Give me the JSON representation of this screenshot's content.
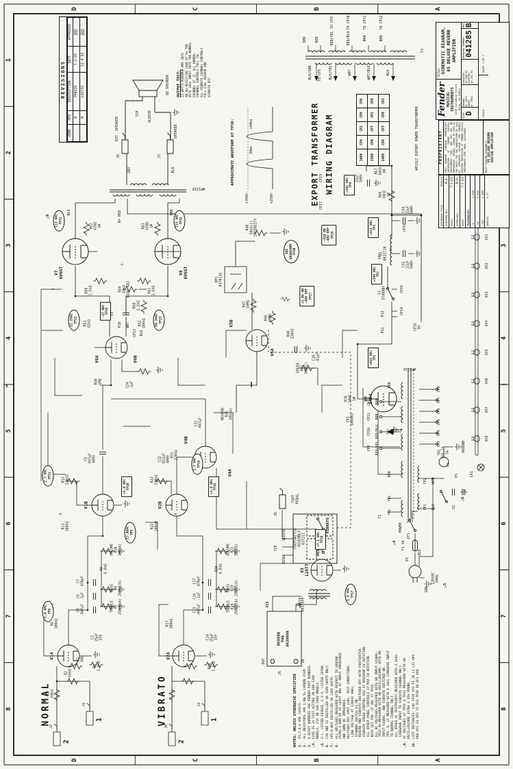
{
  "sheet": {
    "paper_color": "#f6f5f0",
    "ink_color": "#17171b",
    "zones": {
      "cols": [
        "8",
        "7",
        "6",
        "5",
        "4",
        "3",
        "2",
        "1"
      ],
      "rows": [
        "D",
        "C",
        "B",
        "A"
      ]
    },
    "revisions": {
      "title": "REVISIONS",
      "headers": [
        "ZONE",
        "REV",
        "DESCRIPTION",
        "DATE",
        "APPROVED"
      ],
      "rows": [
        [
          "",
          "A",
          "PR#239",
          "7-2-93",
          "BD"
        ],
        [
          "",
          "B",
          "LO2732",
          "11-4-93",
          "BD"
        ]
      ]
    },
    "title_block": {
      "brand_script": "Fender",
      "brand": "MUSICAL INSTRUMENTS",
      "address1": "1130 Columbia Street",
      "address2": "Brea, CA 92621",
      "title_label": "TITLE:",
      "title_line1": "SCHEMATIC DIAGRAM,",
      "title_line2": "65 DELUXE REVERB AMPLIFIER",
      "size_label": "SIZE",
      "size": "D",
      "drawn_label": "DRAWN:",
      "drawn": "B. DESI",
      "engr_label": "ENGR:",
      "engr": "B. DESI",
      "created_label": "CREATED:",
      "created": "25-FEB-93",
      "plotted_label": "PLOTTED:",
      "plotted": "10-JUL-93",
      "drawing_number_label": "DRAWING NUMBER",
      "drawing_number": "041285",
      "rev_label": "REV.",
      "rev": "B",
      "scale_label": "SCALE:",
      "sheet_label": "SHEET 1 OF 1"
    },
    "proprietary": {
      "title": "PROPRIETARY",
      "body": "THIS DRAWING CONTAINS PROPRIETARY INFORMATION OF FENDER MUSICAL INSTRUMENTS CORP. AND MAY NOT BE REPRODUCED, COPIED, LOANED OR USED AS THE BASIS FOR THE MANUFACTURE OR SALE OF APPARATUS WITHOUT THE EXPRESS WRITTEN PERMISSION OF FENDER MUSICAL INSTRUMENTS CORP. BREA, CALIFORNIA.",
      "nha_label": "NEXT HIGHER ASSEMBLY:",
      "nha1": "65 DELUXE REVERB",
      "nha2": "GUITAR AMPLIFIER"
    },
    "doc_control": {
      "database_label": "DATABASE FILE:",
      "database": "65DLX3",
      "checked_label": "CHECKED BY:",
      "checked": "K.L.",
      "date1_label": "DATE:",
      "date1": "7-1-93",
      "approved_label": "APPROVED:",
      "approved": "B.D.",
      "date2_label": "DATE:",
      "date2": "7-1-93",
      "tol_title": "TOLERANCES:",
      "tols": [
        [
          ".X",
          "±.050"
        ],
        [
          ".XX",
          "±.010"
        ],
        [
          ".XXX",
          "±.005"
        ],
        [
          "ANGLES",
          "±.5°"
        ]
      ]
    },
    "notes": {
      "heading": "NOTES: UNLESS OTHERWISE SPECIFIED",
      "items": [
        {
          "m": "1.",
          "t": "V1,2,4,6 ARE 12AX7A."
        },
        {
          "m": "2.",
          "t": "ALL RESISTORS ARE 1/4W 5% CARBON FILM."
        },
        {
          "m": "3.",
          "t": "6-DIGIT NUMBERS ARE FENDER PART NUMBERS."
        },
        {
          "m": "△4.",
          "t": "FUSE IS 2A FAST-ACTING IN 100-120V\nMODELS, F1A IN 220-240V MODELS."
        },
        {
          "m": "△5.",
          "t": "U.L. LISTED E83628, C.S.A. LISTED 32588."
        },
        {
          "m": "6.",
          "t": "C38 AND S2 INSTALLED IN 120V UNITS ONLY."
        },
        {
          "m": "7.",
          "t": "CP3-8 NOT INSTALLED IN 120V UNITS."
        },
        {
          "m": "8.",
          "t": "ALL VOLTAGES MEASURED WITH RESPECT TO GROUND\nUSING A DVM OF AT LEAST 1MΩ AC INPUT IMPEDANCE\nAND 10MΩ DC IMPEDANCE.\nVOLTAGES MAY VARY ±20%. TEST CONDITIONS:\n LINE VOLTAGE AT 120VAC 60Hz.\n STANDBY SWITCH S3 ON.\n REVERB AND VIBRATO SWITCHED OFF WITH FOOTSWITCH.\n VIBRATO SPEED CONTROL R42 AT MAXIMUM CW ROTATION.\n ALL OTHER PANEL CONTROLS AT MAX CW ROTATION.\n BIAS SET FOR -37 VDC AT TP26.\n ALL DC VOLTAGES MEASURED WITH NO INPUT SIGNAL.\n TP25-30 MEASURED WITH AN OSCILLOSCOPE, WITH NO\n INPUT SIGNAL, AND VIBRATO SWITCHED ON.\n TP8, 9, 11 MEASURED WITH A 1kHz SINEWAVE INPUT\n TO NORMAL CHANNEL ONLY.\n ALL OTHER AC TESTPOINTS MEASURED WITH A 1kHz\n SINEWAVE INPUT TO VIBRATO CHANNEL ONLY."
        },
        {
          "m": "△9.",
          "t": "AC VOLTAGES AT TP31 & TP32 MEASURED WITH AN\nOSCILLOSCOPE USING A X10 PROBE."
        },
        {
          "m": "10.",
          "t": "LAST INSTANCES: C46 CP29 CR1 F1 J8 L1 LA1 OP1\nP68 R71 S3 SP2 T3 TH1 TP38 V9 XF1 XV8."
        }
      ]
    },
    "output_test": {
      "heading": "OUTPUT TEST:",
      "lines": [
        "22 WATTS MINIMUM RMS INTO",
        "AN 8Ω RESISTIVE LOAD AT 5% THD",
        "WITH 1kHz INPUT INTO THE NORMAL",
        "CHANNEL AT J1. ALL NORMAL",
        "CHANNEL CONTROLS FULL CW,",
        "ALL VIBRATO CHANNEL CONTROLS",
        "FULL CCW, REVERB AND",
        "VIBRATO OFF."
      ]
    },
    "export_table": {
      "rows": [
        [
          "100V",
          "CP4",
          "CP2",
          "CP8",
          "CP6"
        ],
        [
          "230V",
          "CP6",
          "CP7",
          "CP2",
          "CP8"
        ],
        [
          "240V",
          "CP6",
          "CP7",
          "CP8",
          "CP2"
        ]
      ]
    },
    "callouts": [
      [
        428,
        70,
        "e",
        "2.7 VAC\nTP11"
      ],
      [
        412,
        185,
        "bx",
        "+1.4 VDC\nTP10"
      ],
      [
        345,
        190,
        "e",
        "17.8VAC\nTP9"
      ],
      [
        230,
        70,
        "e",
        "1.8 VAC\nTP8"
      ],
      [
        445,
        288,
        "e",
        "2.7 VAC\nTP16"
      ],
      [
        412,
        312,
        "bx",
        "+1.4 VDC\nTP15"
      ],
      [
        255,
        512,
        "e",
        "1.9 VAC\nTP17"
      ],
      [
        335,
        468,
        "bx",
        "+7.1 VDC\nTP18"
      ],
      [
        668,
        154,
        "bx",
        "-37 VDC\nTP26"
      ],
      [
        790,
        545,
        "bx",
        "+311 VDC\nTP3"
      ],
      [
        722,
        550,
        "bx",
        "+394 VDC\nTP2"
      ],
      [
        852,
        510,
        "bx",
        "+261 VDC\nTP4"
      ],
      [
        600,
        545,
        "bx",
        "+415 VDC\nTP1"
      ],
      [
        755,
        425,
        "e",
        "SEE\nWAVEFORM\nTP30"
      ],
      [
        779,
        480,
        "bx",
        "-41V ON\n-49V OFF\nTP29"
      ],
      [
        690,
        448,
        "bx",
        "+1.8V ON\n-49V OFF\nTP27"
      ],
      [
        800,
        86,
        "e",
        "113 VAC\nTP31"
      ],
      [
        800,
        262,
        "e",
        "113 VAC\nTP32"
      ],
      [
        655,
        108,
        "e",
        "11.2VAC\nTP22"
      ],
      [
        655,
        232,
        "e",
        "10.3VAC\nTP23"
      ]
    ],
    "labels": [
      [
        95,
        68,
        "NORMAL",
        "xl"
      ],
      [
        100,
        238,
        "VIBRATO",
        "xl"
      ],
      [
        897,
        460,
        "EXPORT TRANSFORMER",
        "t"
      ],
      [
        897,
        481,
        "WIRING DIAGRAM",
        "t"
      ],
      [
        40,
        98,
        "2",
        "num"
      ],
      [
        72,
        146,
        "1",
        "num"
      ],
      [
        40,
        266,
        "2",
        "num"
      ],
      [
        72,
        314,
        "1",
        "num"
      ],
      [
        62,
        76,
        "J2"
      ],
      [
        94,
        124,
        "J1"
      ],
      [
        62,
        244,
        "J4"
      ],
      [
        94,
        292,
        "J3"
      ],
      [
        110,
        74,
        "R1\n68kΩ"
      ],
      [
        140,
        100,
        "R2\n68kΩ"
      ],
      [
        160,
        118,
        "R3\n1MΩ"
      ],
      [
        165,
        76,
        "V1A",
        "b"
      ],
      [
        150,
        142,
        "R4\n1.5kΩ"
      ],
      [
        192,
        142,
        "C2\n25μF\n25V"
      ],
      [
        212,
        80,
        "R6\n100kΩ"
      ],
      [
        232,
        118,
        "C5\n.047μF"
      ],
      [
        252,
        118,
        "C6\n.1μF"
      ],
      [
        274,
        118,
        "C7\n470pF"
      ],
      [
        237,
        170,
        "TREBLE\nR7\n250kΩ(A)"
      ],
      [
        264,
        170,
        "BASS\nR8\n250kΩ(A)"
      ],
      [
        292,
        152,
        "R9\n6.8kΩ"
      ],
      [
        320,
        170,
        "VOLUME\nR10\n1MΩ(A)"
      ],
      [
        385,
        126,
        "V1B",
        "b"
      ],
      [
        354,
        96,
        "R11\n100kΩ"
      ],
      [
        422,
        96,
        "R12\n220kΩ"
      ],
      [
        452,
        132,
        "C9\n.047μF\n400V"
      ],
      [
        165,
        246,
        "V2A",
        "b"
      ],
      [
        150,
        310,
        "R16\n1.5kΩ"
      ],
      [
        192,
        310,
        "C14\n25μF\n25V"
      ],
      [
        212,
        248,
        "R17\n100kΩ"
      ],
      [
        232,
        288,
        "C15\n.047μF"
      ],
      [
        252,
        288,
        "C16\n.1μF"
      ],
      [
        274,
        288,
        "C17\n470pF"
      ],
      [
        237,
        340,
        "TREBLE\nR18\n250kΩ(A)"
      ],
      [
        264,
        340,
        "BASS\nR19\n250kΩ(A)"
      ],
      [
        292,
        320,
        "R20\n6.8kΩ"
      ],
      [
        320,
        340,
        "VOLUME\nR21\n1MΩ(A)"
      ],
      [
        385,
        234,
        "V2B",
        "b"
      ],
      [
        354,
        226,
        "R22\n100kΩ"
      ],
      [
        422,
        226,
        "R23\n220kΩ"
      ],
      [
        452,
        240,
        "C12\n.022μF\n400V"
      ],
      [
        432,
        336,
        "V4A",
        "b"
      ],
      [
        480,
        272,
        "V4B",
        "b"
      ],
      [
        458,
        255,
        "R31\n220kΩ"
      ],
      [
        504,
        290,
        "C21\n.047μF"
      ],
      [
        518,
        332,
        "REVERB\nR36\n1MΩ(A)"
      ],
      [
        290,
        445,
        "V3\n12AT7",
        "b"
      ],
      [
        240,
        440,
        "T1\n#037859"
      ],
      [
        190,
        414,
        "REVERB\nPAN\n#63809A",
        "sm"
      ],
      [
        157,
        386,
        "OUT"
      ],
      [
        157,
        444,
        "IN"
      ],
      [
        240,
        392,
        "RED"
      ],
      [
        243,
        440,
        "WHITE"
      ],
      [
        140,
        410,
        "J5"
      ],
      [
        321,
        465,
        "REVERB",
        "sm"
      ],
      [
        355,
        479,
        "VIBRATO",
        "sm"
      ],
      [
        336,
        438,
        "FOOTSWITCH\nASSEMBLY\n037211"
      ],
      [
        306,
        416,
        "RING"
      ],
      [
        322,
        404,
        "TIP"
      ],
      [
        342,
        416,
        "SLEEVE"
      ],
      [
        394,
        432,
        "FOOT\nPEDAL"
      ],
      [
        372,
        404,
        "J6"
      ],
      [
        608,
        398,
        "V5A",
        "b"
      ],
      [
        650,
        338,
        "V5B",
        "b"
      ],
      [
        714,
        320,
        "OP1\n#370136"
      ],
      [
        790,
        368,
        "R40\n50kΩ(C)\nINTENSITY"
      ],
      [
        585,
        442,
        "SPEED\nR42\n3MΩ(C)"
      ],
      [
        678,
        360,
        "R47\n10MΩ"
      ],
      [
        658,
        392,
        "R46\n10MΩ"
      ],
      [
        635,
        425,
        "R48\n220kΩ"
      ],
      [
        600,
        462,
        "C26\n.01μF"
      ],
      [
        598,
        142,
        "V6A",
        "b"
      ],
      [
        598,
        198,
        "V6B",
        "b"
      ],
      [
        565,
        144,
        "R50\n1MΩ"
      ],
      [
        650,
        128,
        "R51\n82kΩ"
      ],
      [
        650,
        208,
        "R52\n100kΩ"
      ],
      [
        560,
        190,
        "C24\n.1μF"
      ],
      [
        724,
        86,
        "V7\n6V6GT",
        "b"
      ],
      [
        724,
        268,
        "V8\n6V6GT",
        "b"
      ],
      [
        698,
        130,
        "R60\n1.5kΩ"
      ],
      [
        698,
        222,
        "R61\n1.5kΩ"
      ],
      [
        792,
        140,
        "R62\n470Ω\n1W"
      ],
      [
        792,
        216,
        "R63\n470Ω\n1W"
      ],
      [
        700,
        182,
        "R59\n10kΩ\nBIAS ADJ"
      ],
      [
        676,
        200,
        "R58\n2.2kΩ"
      ],
      [
        648,
        176,
        "P18"
      ],
      [
        648,
        188,
        "WHT"
      ],
      [
        738,
        180,
        "C-"
      ],
      [
        636,
        198,
        "CP13"
      ],
      [
        636,
        208,
        "BLK"
      ],
      [
        812,
        102,
        "BLU"
      ],
      [
        812,
        252,
        "BRN"
      ],
      [
        806,
        176,
        "B+ RED"
      ],
      [
        848,
        290,
        "#P1318",
        "v"
      ],
      [
        874,
        190,
        "GRY"
      ],
      [
        874,
        254,
        "BLK"
      ],
      [
        894,
        174,
        "J8"
      ],
      [
        934,
        172,
        "EXT. SPEAKER"
      ],
      [
        894,
        234,
        "J7"
      ],
      [
        930,
        258,
        "SPEAKER"
      ],
      [
        956,
        202,
        "TIP"
      ],
      [
        952,
        220,
        "SLEEVE"
      ],
      [
        975,
        196,
        "+"
      ],
      [
        975,
        234,
        "-"
      ],
      [
        998,
        246,
        "8Ω SPEAKER"
      ],
      [
        900,
        340,
        "APPROXIMATE WAVEFORM AT TP30:",
        "sm"
      ],
      [
        834,
        362,
        "+350V-"
      ],
      [
        834,
        398,
        "+250V-"
      ],
      [
        903,
        368,
        "30ms"
      ],
      [
        941,
        368,
        "≈60ms"
      ],
      [
        540,
        538,
        "V9\n5AR4",
        "b"
      ],
      [
        752,
        560,
        "L1\n#032710"
      ],
      [
        712,
        556,
        "SP1"
      ],
      [
        748,
        556,
        "SP2"
      ],
      [
        695,
        558,
        "S3\nSTANDBY"
      ],
      [
        640,
        560,
        "P11"
      ],
      [
        664,
        560,
        "P12"
      ],
      [
        736,
        596,
        "C33\n22μF\n500V"
      ],
      [
        816,
        596,
        "C34\n22μF\n500V"
      ],
      [
        862,
        522,
        "C35\n22μF\n500V"
      ],
      [
        838,
        562,
        "R66\n10kΩ\n1W"
      ],
      [
        872,
        556,
        "R67\n10kΩ\n1W"
      ],
      [
        668,
        588,
        "CP14"
      ],
      [
        700,
        588,
        "CP15"
      ],
      [
        645,
        610,
        "CP16\nB+"
      ],
      [
        822,
        470,
        "CP17"
      ],
      [
        790,
        592,
        "CP18"
      ],
      [
        862,
        470,
        "CP19"
      ],
      [
        375,
        570,
        "YEL"
      ],
      [
        395,
        570,
        "YEL"
      ],
      [
        430,
        570,
        "RED"
      ],
      [
        560,
        570,
        "RED"
      ],
      [
        468,
        540,
        "CP9"
      ],
      [
        468,
        552,
        "RED/YEL"
      ],
      [
        492,
        540,
        "CP10"
      ],
      [
        492,
        552,
        "RED/BLU"
      ],
      [
        514,
        540,
        "CP11"
      ],
      [
        514,
        552,
        "BRN"
      ],
      [
        536,
        540,
        "CP12"
      ],
      [
        536,
        552,
        "BRN"
      ],
      [
        510,
        512,
        "CR1\n1N4003"
      ],
      [
        540,
        512,
        "R70\n100Ω\n½W"
      ],
      [
        585,
        598,
        "#P1318",
        "v"
      ],
      [
        368,
        556,
        "T3"
      ],
      [
        382,
        622,
        "CP1"
      ],
      [
        382,
        634,
        "BLK"
      ],
      [
        420,
        622,
        "CP2"
      ],
      [
        420,
        634,
        "WHT"
      ],
      [
        462,
        648,
        "TH1\nCGE-11\n5A"
      ],
      [
        474,
        642,
        "CP3"
      ],
      [
        490,
        642,
        "CP4"
      ],
      [
        506,
        642,
        "CP5"
      ],
      [
        522,
        642,
        "CP6"
      ],
      [
        538,
        642,
        "CP7"
      ],
      [
        554,
        642,
        "CP8"
      ],
      [
        428,
        668,
        "P3"
      ],
      [
        444,
        656,
        "P4"
      ],
      [
        470,
        678,
        "GROUND"
      ],
      [
        382,
        664,
        "S2"
      ],
      [
        404,
        680,
        "C38"
      ],
      [
        306,
        596,
        "P1"
      ],
      [
        326,
        590,
        "F1 2A"
      ],
      [
        340,
        598,
        "XF1"
      ],
      [
        352,
        586,
        "POWER"
      ],
      [
        362,
        598,
        "S1"
      ],
      [
        278,
        636,
        "120VAC\n60Hz"
      ],
      [
        316,
        614,
        "BLK"
      ],
      [
        262,
        624,
        "GRN"
      ],
      [
        330,
        576,
        "△4",
        "flag"
      ],
      [
        394,
        676,
        "△6",
        "flag"
      ],
      [
        268,
        650,
        "△5",
        "flag"
      ],
      [
        806,
        70,
        "△9",
        "flag"
      ],
      [
        430,
        690,
        "LA1"
      ],
      [
        482,
        712,
        "XV8"
      ],
      [
        524,
        712,
        "XV7"
      ],
      [
        566,
        712,
        "XV6"
      ],
      [
        608,
        712,
        "XV5"
      ],
      [
        650,
        712,
        "XV4"
      ],
      [
        692,
        712,
        "XV3"
      ],
      [
        734,
        712,
        "XV2"
      ],
      [
        776,
        712,
        "XV1"
      ],
      [
        1016,
        454,
        "BLK/GRN"
      ],
      [
        1012,
        468,
        "TO CP5"
      ],
      [
        1016,
        484,
        "BLK/YEL"
      ],
      [
        1016,
        512,
        "WHT"
      ],
      [
        1016,
        540,
        "WHT/BLK"
      ],
      [
        1016,
        568,
        "BLK"
      ],
      [
        1064,
        446,
        "RED"
      ],
      [
        1064,
        464,
        "RED"
      ],
      [
        1066,
        486,
        "RED/YEL"
      ],
      [
        1089,
        486,
        "TO CP9"
      ],
      [
        1066,
        510,
        "RED/BLU"
      ],
      [
        1089,
        510,
        "TO CP10"
      ],
      [
        1066,
        534,
        "BRN"
      ],
      [
        1089,
        534,
        "TO CP11"
      ],
      [
        1066,
        558,
        "BRN"
      ],
      [
        1089,
        558,
        "TO CP12"
      ],
      [
        920,
        610,
        "#P1317 EXPORT POWER TRANSFORMER"
      ],
      [
        1048,
        618,
        "T3"
      ],
      [
        372,
        90,
        "X"
      ],
      [
        372,
        258,
        "X"
      ],
      [
        560,
        150,
        "Z"
      ],
      [
        700,
        80,
        "Y"
      ]
    ]
  }
}
